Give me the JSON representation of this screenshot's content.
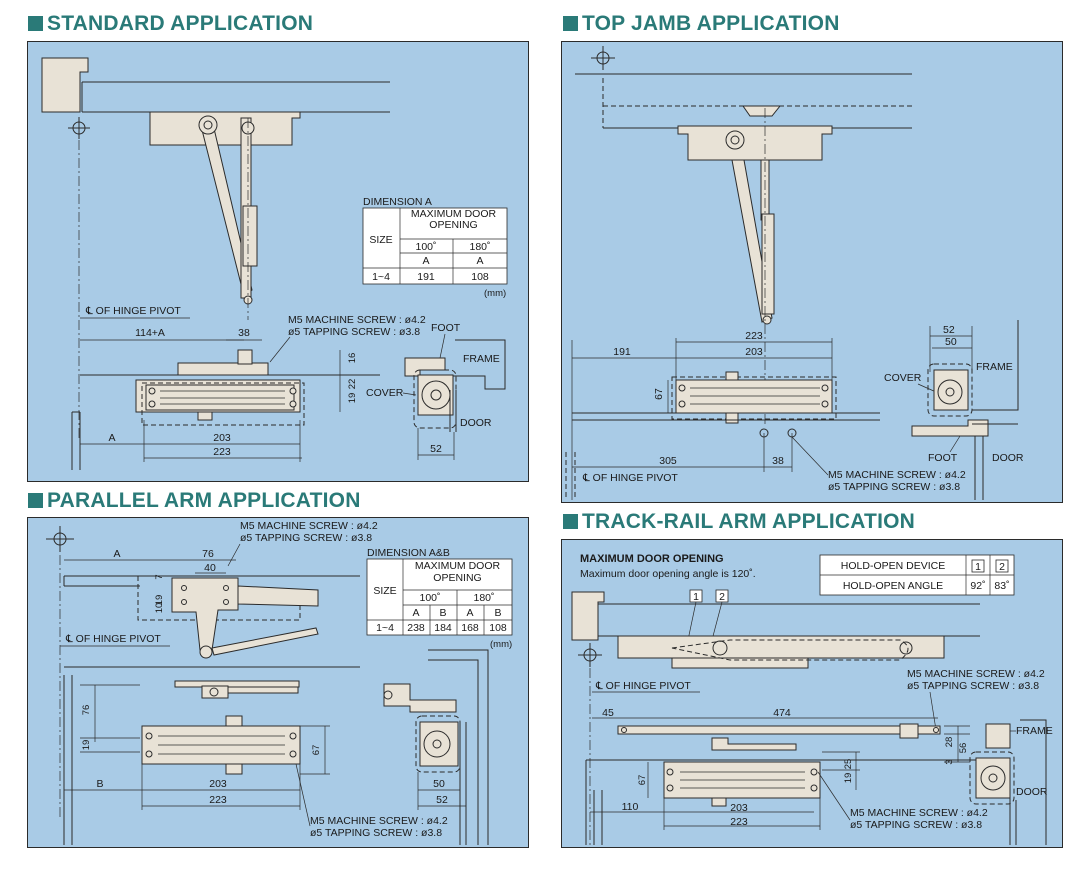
{
  "sections": {
    "standard": {
      "title": "STANDARD APPLICATION",
      "table": {
        "caption": "DIMENSION A",
        "col_size": "SIZE",
        "col_header": "MAXIMUM DOOR OPENING",
        "angles": [
          "100˚",
          "180˚"
        ],
        "sub": [
          "A",
          "A"
        ],
        "rows": [
          {
            "size": "1~4",
            "values": [
              "191",
              "108"
            ]
          }
        ],
        "unit": "(mm)"
      },
      "labels": {
        "hinge_pivot": "℄ OF HINGE PIVOT",
        "dim_114a": "114+A",
        "dim_38": "38",
        "screw_m5": "M5 MACHINE SCREW : ø4.2",
        "screw_o5": "ø5 TAPPING SCREW : ø3.8",
        "foot": "FOOT",
        "frame": "FRAME",
        "cover": "COVER",
        "door": "DOOR",
        "dim_16": "16",
        "dim_19": "19",
        "dim_22": "22",
        "dim_a": "A",
        "dim_203": "203",
        "dim_223": "223",
        "dim_52": "52"
      }
    },
    "top_jamb": {
      "title": "TOP JAMB APPLICATION",
      "labels": {
        "dim_223": "223",
        "dim_203": "203",
        "dim_191": "191",
        "dim_67": "67",
        "dim_305": "305",
        "dim_38": "38",
        "dim_52": "52",
        "dim_50": "50",
        "cover": "COVER",
        "frame": "FRAME",
        "foot": "FOOT",
        "door": "DOOR",
        "hinge_pivot": "℄ OF HINGE PIVOT",
        "screw_m5": "M5 MACHINE SCREW : ø4.2",
        "screw_o5": "ø5 TAPPING SCREW : ø3.8"
      }
    },
    "parallel": {
      "title": "PARALLEL ARM APPLICATION",
      "table": {
        "caption": "DIMENSION A&B",
        "col_size": "SIZE",
        "col_header": "MAXIMUM DOOR OPENING",
        "angles": [
          "100˚",
          "180˚"
        ],
        "sub": [
          "A",
          "B",
          "A",
          "B"
        ],
        "rows": [
          {
            "size": "1~4",
            "values": [
              "238",
              "184",
              "168",
              "108"
            ]
          }
        ],
        "unit": "(mm)"
      },
      "labels": {
        "screw_m5_top": "M5 MACHINE SCREW : ø4.2",
        "screw_o5_top": "ø5 TAPPING SCREW : ø3.8",
        "dim_a": "A",
        "dim_76": "76",
        "dim_40": "40",
        "dim_7": "7",
        "dim_19a": "19",
        "dim_10": "10",
        "hinge_pivot": "℄ OF HINGE PIVOT",
        "dim_76v": "76",
        "dim_19b": "19",
        "dim_67": "67",
        "dim_b": "B",
        "dim_203": "203",
        "dim_223": "223",
        "dim_50": "50",
        "dim_52": "52",
        "screw_m5_bot": "M5 MACHINE SCREW : ø4.2",
        "screw_o5_bot": "ø5 TAPPING SCREW : ø3.8"
      }
    },
    "track_rail": {
      "title": "TRACK-RAIL ARM APPLICATION",
      "max_title": "MAXIMUM DOOR OPENING",
      "max_note": "Maximum door opening angle is 120˚.",
      "hold_table": {
        "row1_label": "HOLD-OPEN DEVICE",
        "row2_label": "HOLD-OPEN ANGLE",
        "devices": [
          "1",
          "2"
        ],
        "angles": [
          "92˚",
          "83˚"
        ]
      },
      "labels": {
        "marker1": "1",
        "marker2": "2",
        "hinge_pivot": "℄ OF HINGE PIVOT",
        "screw_m5_top": "M5 MACHINE SCREW : ø4.2",
        "screw_o5_top": "ø5 TAPPING SCREW : ø3.8",
        "dim_45": "45",
        "dim_474": "474",
        "frame": "FRAME",
        "dim_3": "3",
        "dim_28": "28",
        "dim_56": "56",
        "dim_19": "19",
        "dim_25": "25",
        "dim_67": "67",
        "door": "DOOR",
        "dim_110": "110",
        "dim_203": "203",
        "dim_223": "223",
        "screw_m5_bot": "M5 MACHINE SCREW : ø4.2",
        "screw_o5_bot": "ø5 TAPPING SCREW : ø3.8"
      }
    }
  },
  "colors": {
    "panel_bg": "#a9cbe6",
    "heading": "#2a7a78",
    "part_fill": "#e8e2d6"
  }
}
